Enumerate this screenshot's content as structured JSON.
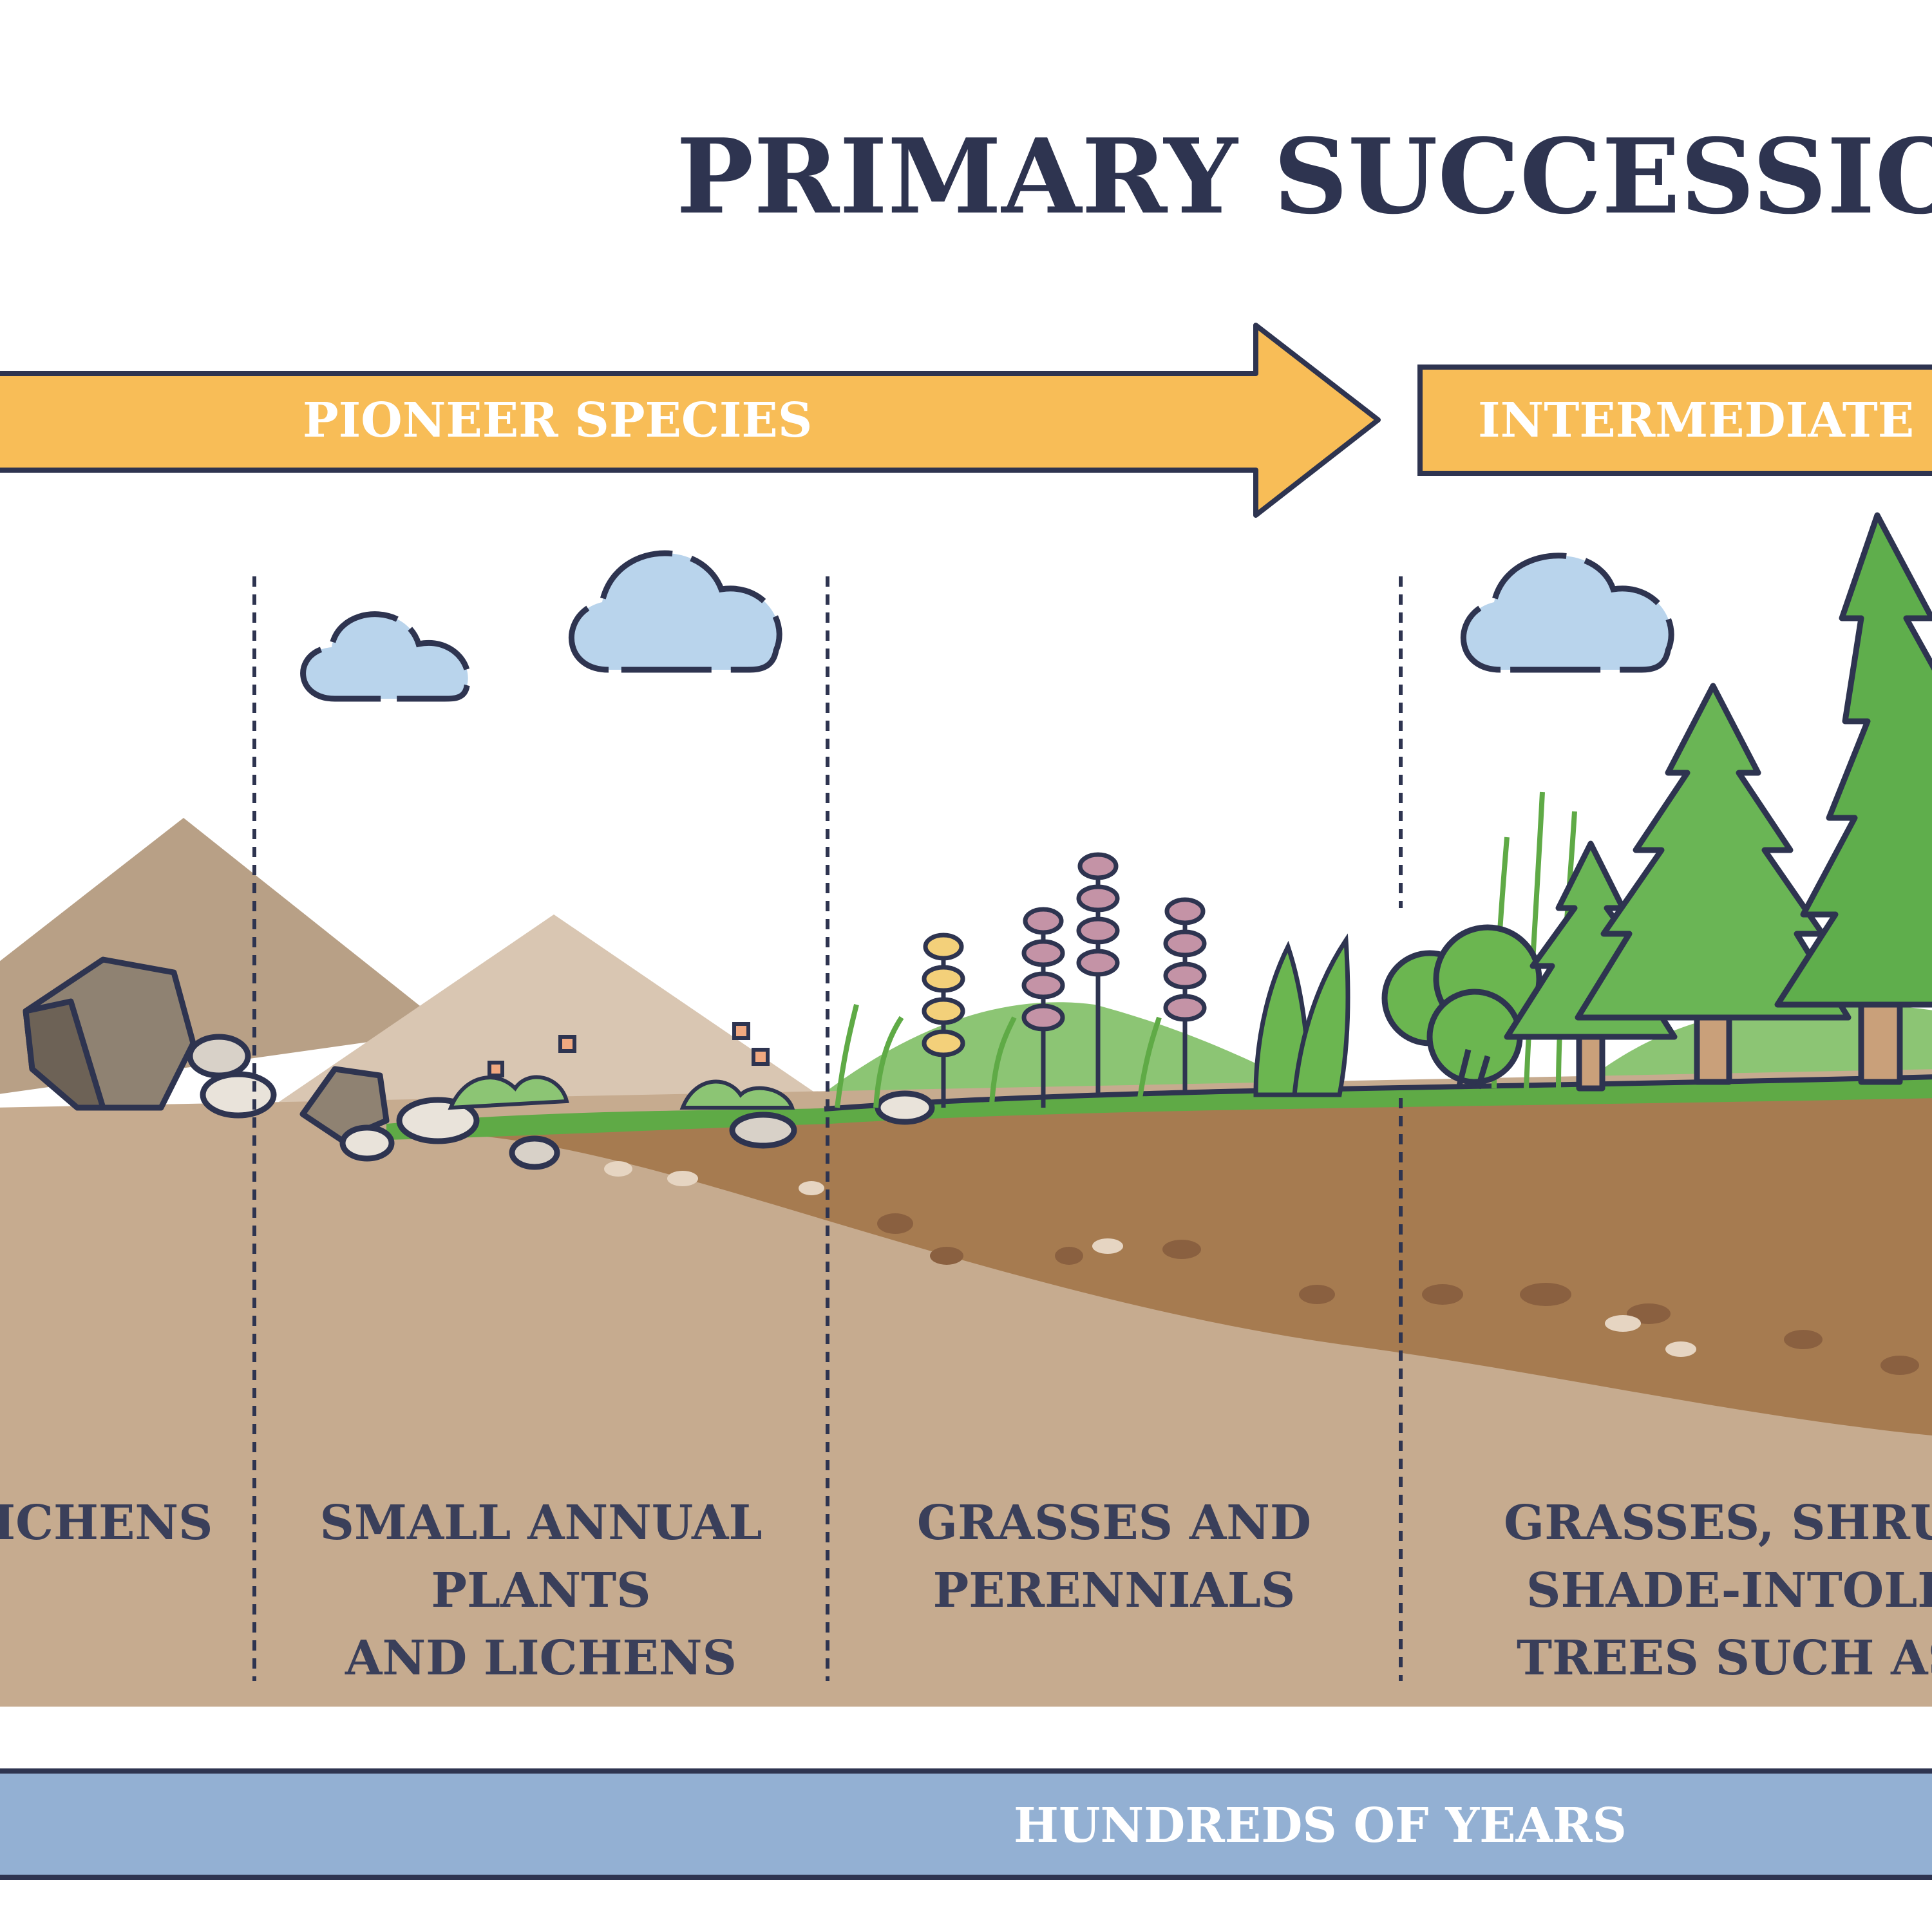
{
  "title": "PRIMARY SUCCESSION",
  "stage_arrows": {
    "pioneer": "PIONEER SPECIES",
    "intermediate": "INTERMEDIATE S"
  },
  "columns": {
    "col1": [
      "ICHENS"
    ],
    "col2": [
      "SMALL ANNUAL",
      "PLANTS",
      "AND LICHENS"
    ],
    "col3": [
      "GRASSES AND",
      "PERENNIALS"
    ],
    "col4": [
      "GRASSES, SHRU",
      "SHADE-INTOLI",
      "TREES SUCH AS"
    ]
  },
  "timeline": "HUNDREDS OF YEARS",
  "colors": {
    "ink": "#2e3450",
    "arrow_fill": "#f8bd57",
    "sky_cloud": "#b9d4ec",
    "soil_light": "#c6ab8f",
    "soil_dark": "#a67b50",
    "grass": "#5faa46",
    "tree": "#5fae4c",
    "timeline_bar": "#93b0d3"
  }
}
